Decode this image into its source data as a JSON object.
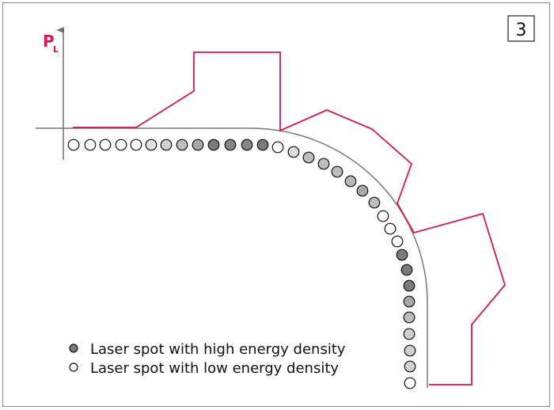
{
  "figure_number": "3",
  "axis_label": {
    "main": "P",
    "sub": "L"
  },
  "colors": {
    "power_curve": "#d6155a",
    "contour": "#777777",
    "axis": "#707070",
    "high": "#7a7a7a",
    "low": "#ffffff"
  },
  "legend": [
    {
      "label": "Laser spot with high energy density",
      "fill": "#7a7a7a"
    },
    {
      "label": "Laser spot with low energy density",
      "fill": "#ffffff"
    }
  ],
  "spots": [
    "#ffffff",
    "#ffffff",
    "#ffffff",
    "#ffffff",
    "#ffffff",
    "#e2e2e2",
    "#cfcfcf",
    "#bdbdbd",
    "#a8a8a8",
    "#7a7a7a",
    "#858585",
    "#858585",
    "#7a7a7a",
    "#ffffff",
    "#dcdcdc",
    "#bdbdbd",
    "#bdbdbd",
    "#bdbdbd",
    "#b8b8b8",
    "#aaaaaa",
    "#bdbdbd",
    "#ffffff",
    "#ffffff",
    "#ffffff",
    "#7a7a7a",
    "#7a7a7a",
    "#7a7a7a",
    "#a8a8a8",
    "#bdbdbd",
    "#d0d0d0",
    "#d0d0d0",
    "#d0d0d0",
    "#ffffff"
  ]
}
